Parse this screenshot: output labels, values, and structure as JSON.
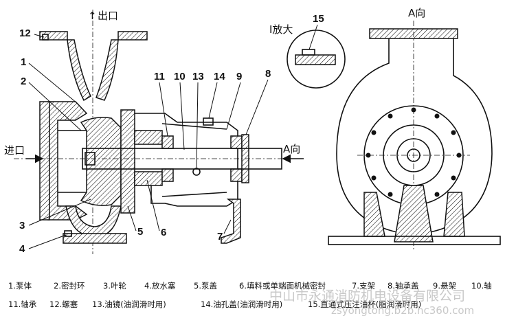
{
  "labels": {
    "outlet": "出口",
    "outlet_arrow_mark": "↑",
    "inlet": "进口",
    "direction_a_side": "A向",
    "direction_a_top": "A向",
    "detail": "I放大"
  },
  "callouts": [
    "1",
    "2",
    "3",
    "4",
    "5",
    "6",
    "7",
    "8",
    "9",
    "10",
    "11",
    "12",
    "13",
    "14",
    "15"
  ],
  "legend": {
    "row1": [
      "1.泵体",
      "2.密封环",
      "3.叶轮",
      "4.放水塞",
      "5.泵盖",
      "6.填料或单端面机械密封",
      "7.支架",
      "8.轴承盖",
      "9.悬架",
      "10.轴"
    ],
    "row2": [
      "11.轴承",
      "12.螺塞",
      "13.油镜(油润滑时用)",
      "14.油孔盖(油润滑时用)",
      "15.直通式压注油杯(脂润滑时用)"
    ]
  },
  "watermark": {
    "line1": "中山市永通消防机电设备有限公司",
    "line2": "zsyongtong.b2b.hc360.com"
  },
  "colors": {
    "ink": "#111111",
    "watermark": "#c8c8c8",
    "background": "#ffffff"
  }
}
